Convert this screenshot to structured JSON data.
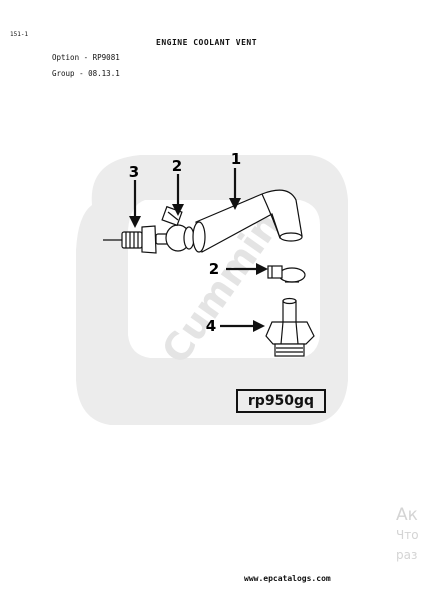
{
  "header": {
    "page_code": "151-1",
    "title": "ENGINE COOLANT VENT",
    "option": "Option - RP9081",
    "group": "Group - 08.13.1"
  },
  "figure": {
    "callouts": [
      "1",
      "2",
      "3",
      "2",
      "4"
    ],
    "figure_id": "rp950gq",
    "background_logo": "Cummins"
  },
  "watermark": {
    "line1": "Ак",
    "line2": "Что",
    "line3": "раз"
  },
  "footer": {
    "url": "www.epcatalogs.com"
  }
}
